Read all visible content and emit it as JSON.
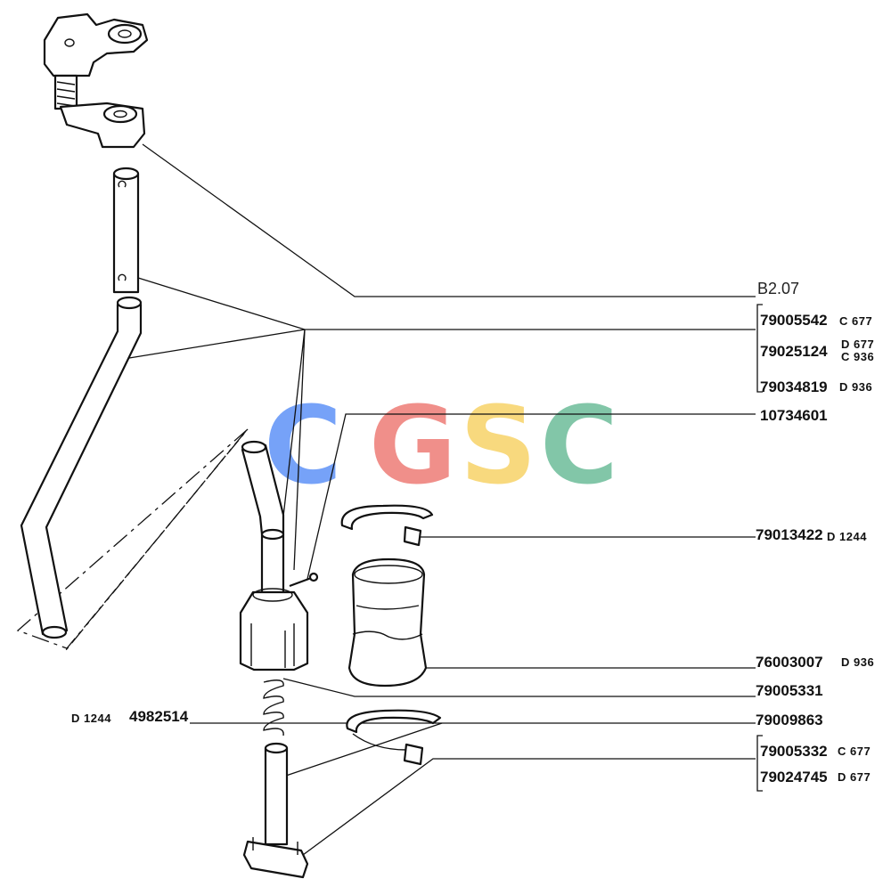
{
  "diagram": {
    "ref_code": "B2.07",
    "parts": [
      {
        "number": "79005542",
        "variant": "C 677"
      },
      {
        "number": "79025124",
        "variant": "D 677"
      },
      {
        "number": "",
        "variant": "C 936"
      },
      {
        "number": "79034819",
        "variant": "D 936"
      },
      {
        "number": "10734601",
        "variant": ""
      },
      {
        "number": "79013422",
        "variant": "D 1244"
      },
      {
        "number": "76003007",
        "variant": "D 936"
      },
      {
        "number": "79005331",
        "variant": ""
      },
      {
        "number": "79009863",
        "variant": ""
      },
      {
        "number": "79005332",
        "variant": "C 677"
      },
      {
        "number": "79024745",
        "variant": "D 677"
      }
    ],
    "left_label": {
      "variant": "D 1244",
      "number": "4982514"
    }
  },
  "watermark": {
    "letters": [
      "C",
      "G",
      "S",
      "C"
    ],
    "colors": [
      "#6f9ef8",
      "#f08a84",
      "#f8d878",
      "#7cc4a4"
    ]
  }
}
